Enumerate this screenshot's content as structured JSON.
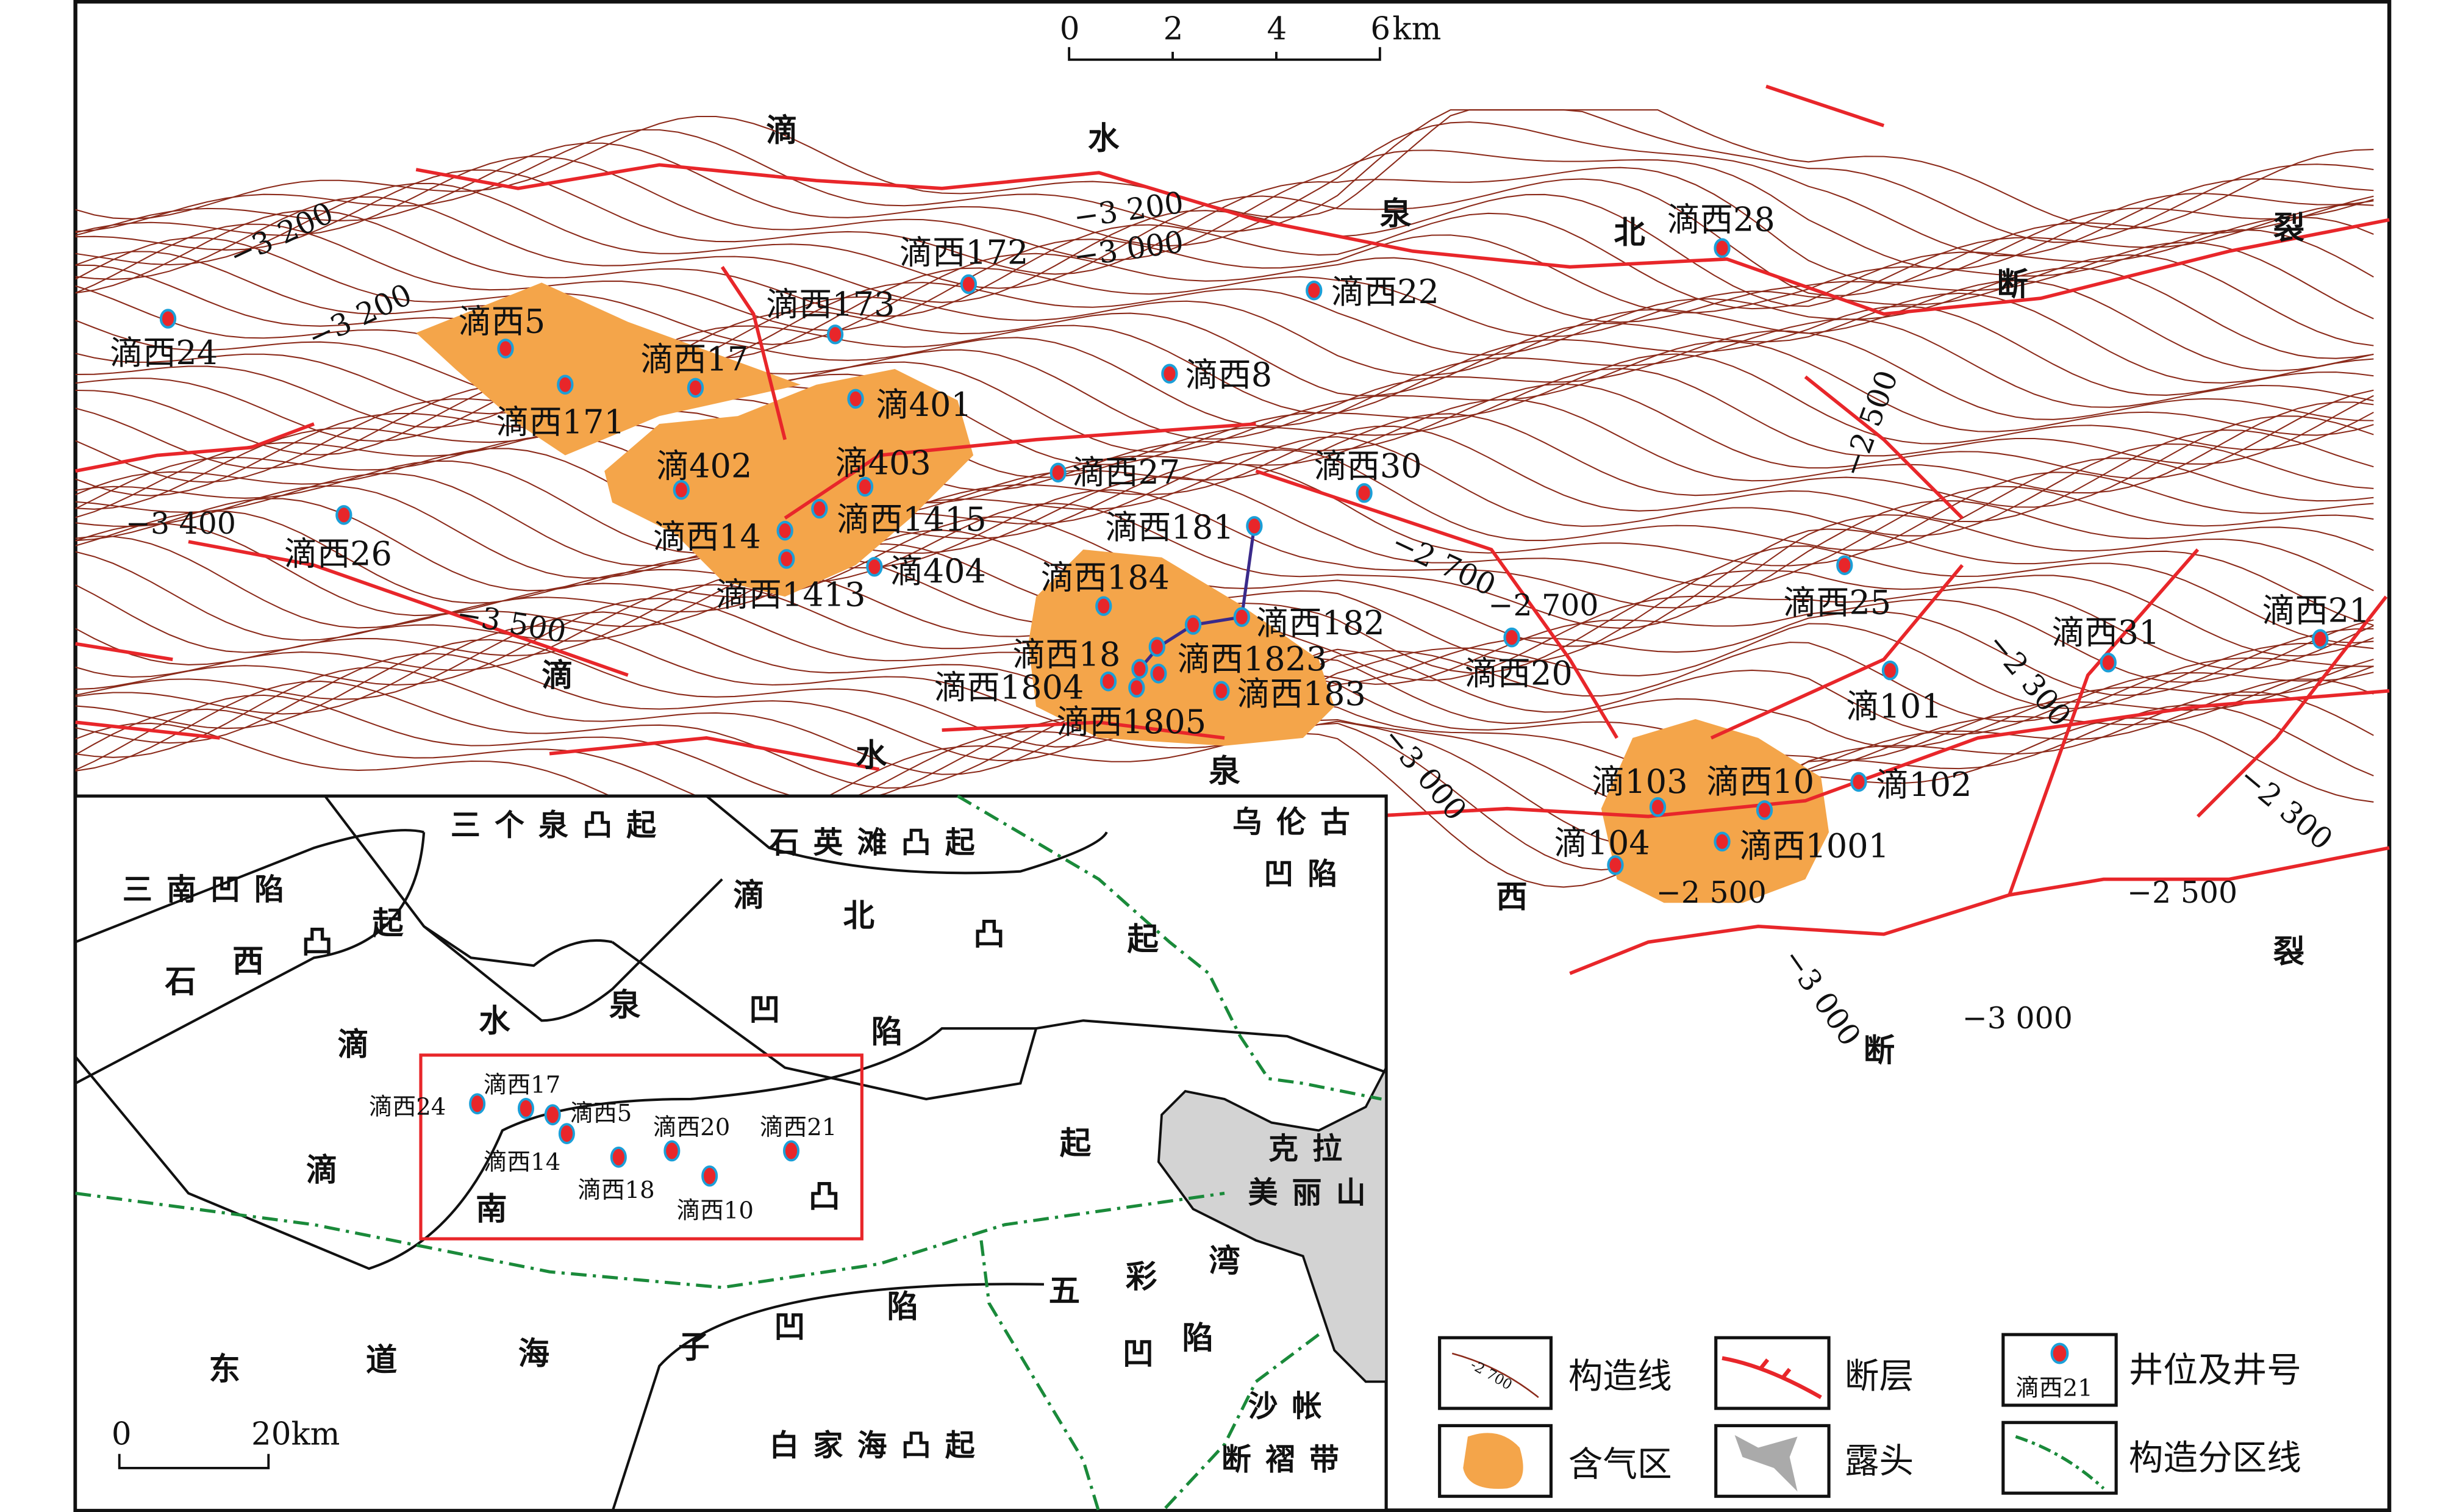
{
  "scale_bar": {
    "ticks": [
      "0",
      "2",
      "4",
      "6"
    ],
    "unit": "km"
  },
  "north_fault_chars": [
    "滴",
    "水",
    "泉",
    "北",
    "断",
    "裂"
  ],
  "south_fault_chars": [
    "滴",
    "水",
    "泉",
    "西",
    "断",
    "裂"
  ],
  "wells": [
    "滴西24",
    "滴西5",
    "滴西171",
    "滴西17",
    "滴西173",
    "滴西172",
    "滴401",
    "滴402",
    "滴403",
    "滴西1415",
    "滴西14",
    "滴西1413",
    "滴404",
    "滴西26",
    "滴西27",
    "滴西8",
    "滴西22",
    "滴西28",
    "滴西30",
    "滴西181",
    "滴西184",
    "滴西182",
    "滴西18",
    "滴西1823",
    "滴西1804",
    "滴西183",
    "滴西1805",
    "滴西20",
    "滴西25",
    "滴101",
    "滴西31",
    "滴西21",
    "滴102",
    "滴103",
    "滴西10",
    "滴104",
    "滴西1001"
  ],
  "contour_labels": [
    "−3 200",
    "−3 200",
    "−3 200",
    "−3 000",
    "−3 400",
    "−3 500",
    "−2 700",
    "−2 700",
    "−2 500",
    "−2 300",
    "−3 000",
    "−2 500",
    "−2 300",
    "−2 500",
    "−3 000",
    "−3 000"
  ],
  "inset": {
    "regions": [
      "三个泉凸起",
      "石英滩凸起",
      "乌伦古",
      "凹陷",
      "三南凹陷",
      "克拉",
      "美丽山",
      "沙帐",
      "断褶带",
      "白家海凸起"
    ],
    "spread_chars": [
      "石",
      "西",
      "凸",
      "起",
      "滴",
      "北",
      "凸",
      "起",
      "滴",
      "水",
      "泉",
      "凹",
      "陷",
      "滴",
      "南",
      "凸",
      "起",
      "五",
      "彩",
      "湾",
      "凹",
      "陷",
      "东",
      "道",
      "海",
      "子",
      "凹",
      "陷"
    ],
    "wells": [
      "滴西24",
      "滴西17",
      "滴西5",
      "滴西14",
      "滴西20",
      "滴西21",
      "滴西18",
      "滴西10"
    ],
    "scale_bar": {
      "start": "0",
      "end": "20km"
    }
  },
  "legend": {
    "contour": "构造线",
    "contour_sample": "-2 700",
    "fault": "断层",
    "well": "井位及井号",
    "well_sample": "滴西21",
    "gas_area": "含气区",
    "outcrop": "露头",
    "division_line": "构造分区线"
  },
  "colors": {
    "contour": "#8b2a1a",
    "fault": "#e8262a",
    "gas": "#f4a54a",
    "well_fill": "#e8262a",
    "well_ring": "#1b9fd8",
    "division": "#1a8a3a",
    "outcrop": "#d3d3d3",
    "link": "#3a2a8a"
  }
}
